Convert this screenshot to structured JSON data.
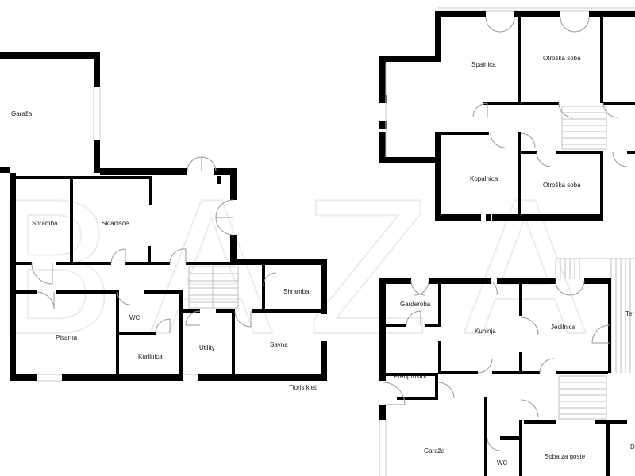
{
  "watermark": "BAZA",
  "plans": {
    "basement": {
      "caption": "Tloris kleti",
      "rooms": {
        "garaza": "Garaža",
        "shramba1": "Shramba",
        "skladisce": "Skladišče",
        "shramba2": "Shramba",
        "wc": "WC",
        "pisarna": "Pisarna",
        "kurilnica": "Kurilnica",
        "utility": "Utility",
        "savna": "Savna"
      }
    },
    "upper": {
      "rooms": {
        "spalnica": "Spalnica",
        "otroska1": "Otroška soba",
        "kopalnica": "Kopalnica",
        "otroska2": "Otroška soba"
      }
    },
    "ground": {
      "rooms": {
        "garderoba": "Garderoba",
        "kuhinja": "Kuhinja",
        "jedilnica": "Jedilnica",
        "terasa": "Ter",
        "predprostor": "Predprostor",
        "garaza": "Garaža",
        "wc": "WC",
        "soba_za_goste": "Soba za goste",
        "edge": "D"
      }
    }
  }
}
